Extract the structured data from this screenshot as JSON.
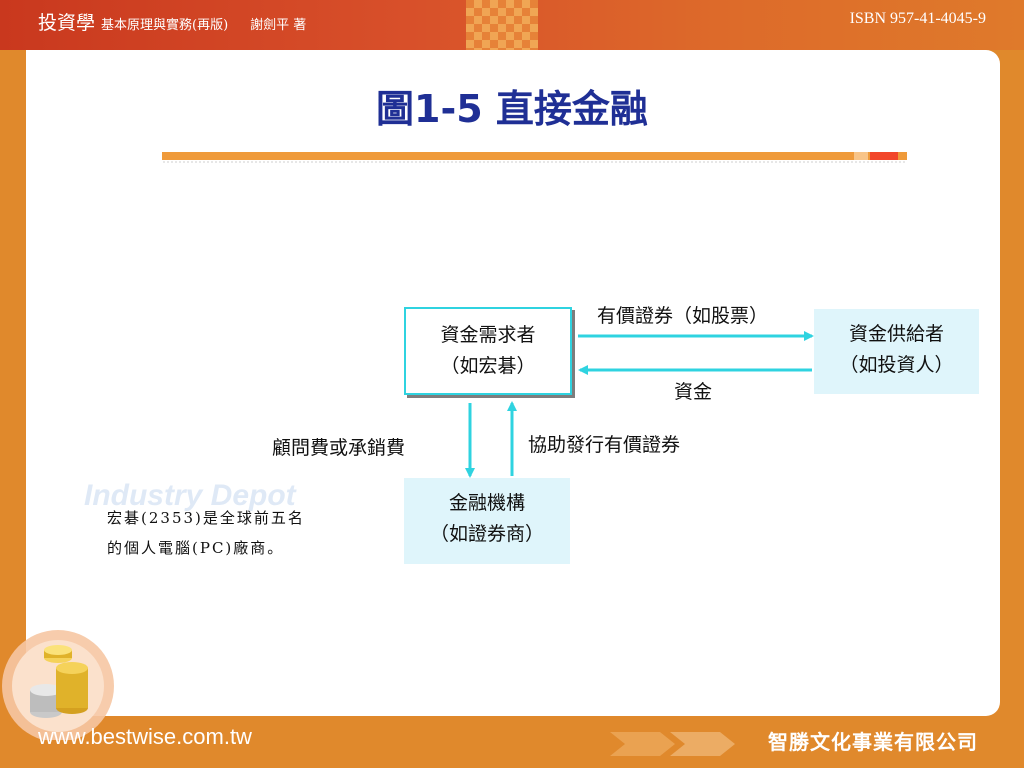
{
  "header": {
    "book_title": "投資學",
    "subtitle": "基本原理與實務(再版)",
    "author": "謝劍平 著",
    "isbn": "ISBN 957-41-4045-9"
  },
  "slide": {
    "title": "圖1-5 直接金融"
  },
  "diagram": {
    "demand": {
      "line1": "資金需求者",
      "line2": "（如宏碁）"
    },
    "supply": {
      "line1": "資金供給者",
      "line2": "（如投資人）"
    },
    "institution": {
      "line1": "金融機構",
      "line2": "（如證券商）"
    },
    "arrow_securities": "有價證券（如股票）",
    "arrow_funds": "資金",
    "arrow_fee": "顧問費或承銷費",
    "arrow_issue": "協助發行有價證券"
  },
  "note": {
    "watermark": "Industry Depot",
    "line1": "宏碁(2353)是全球前五名",
    "line2": "的個人電腦(PC)廠商。"
  },
  "footer": {
    "url": "www.bestwise.com.tw",
    "company": "智勝文化事業有限公司"
  },
  "colors": {
    "accent_orange": "#e0892c",
    "arrow_cyan": "#2fd3e0",
    "title_blue": "#1f2f95"
  }
}
